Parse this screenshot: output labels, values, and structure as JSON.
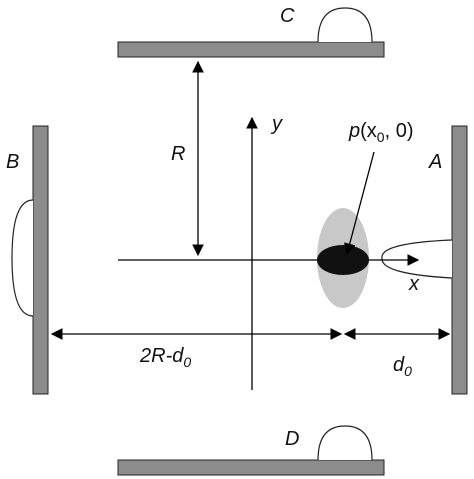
{
  "labels": {
    "plate_a": "A",
    "plate_b": "B",
    "plate_c": "C",
    "plate_d": "D",
    "radius": "R",
    "y_axis": "y",
    "x_axis": "x",
    "point_p": "p",
    "point_open": "(x",
    "point_sub": "0",
    "point_close": ", 0)",
    "dist_left_main": "2R-d",
    "dist_left_sub": "0",
    "dist_right_main": "d",
    "dist_right_sub": "0"
  },
  "colors": {
    "plate": "#8c8c8c",
    "outline": "#222222",
    "halo": "#c8c8c8",
    "core": "#111111",
    "line": "#000000"
  }
}
